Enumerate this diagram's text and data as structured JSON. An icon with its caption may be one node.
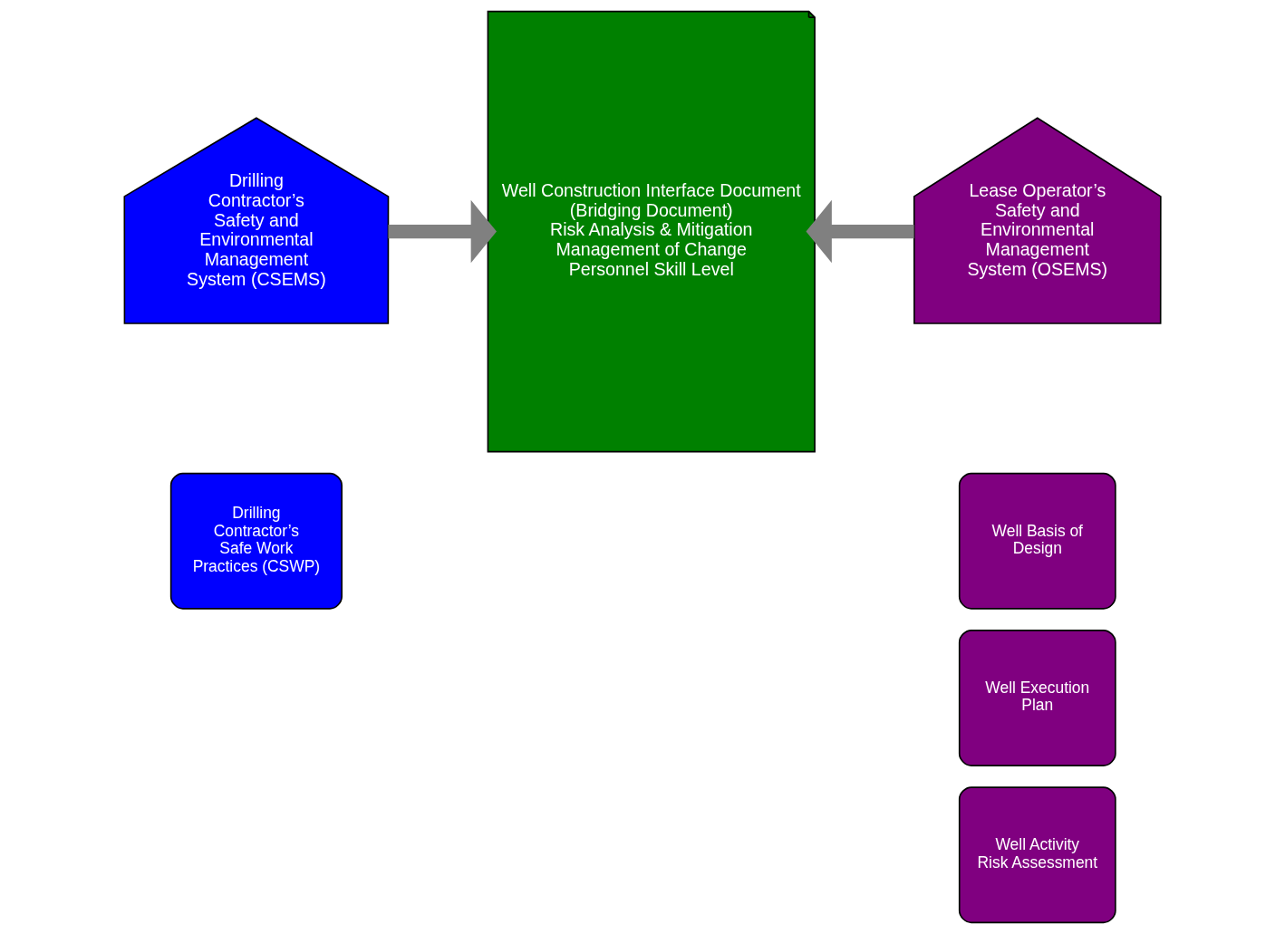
{
  "diagram": {
    "nodes": [
      {
        "text": [
          "Drilling Contractor’s Safety and Environmental Management System (CSEMS)"
        ]
      },
      {
        "text": [
          "Drilling Contractor’s Safe Work Practices (CSWP)"
        ]
      },
      {
        "text": [
          "Well Construction Interface Document",
          "(Bridging Document)",
          "Risk Analysis & Mitigation",
          "Management of Change",
          "Personnel Skill Level"
        ]
      },
      {
        "text": [
          "Lease Operator’s Safety and Environmental Management System (OSEMS)"
        ]
      },
      {
        "text": [
          "Well Basis of Design"
        ]
      },
      {
        "text": [
          "Well Execution Plan"
        ]
      },
      {
        "text": [
          "Well Activity Risk Assessment"
        ]
      }
    ],
    "edges": [
      {
        "from": 0,
        "to": 2,
        "arrow": "to",
        "color": "#808080"
      },
      {
        "from": 3,
        "to": 2,
        "arrow": "to",
        "color": "#808080"
      }
    ]
  }
}
